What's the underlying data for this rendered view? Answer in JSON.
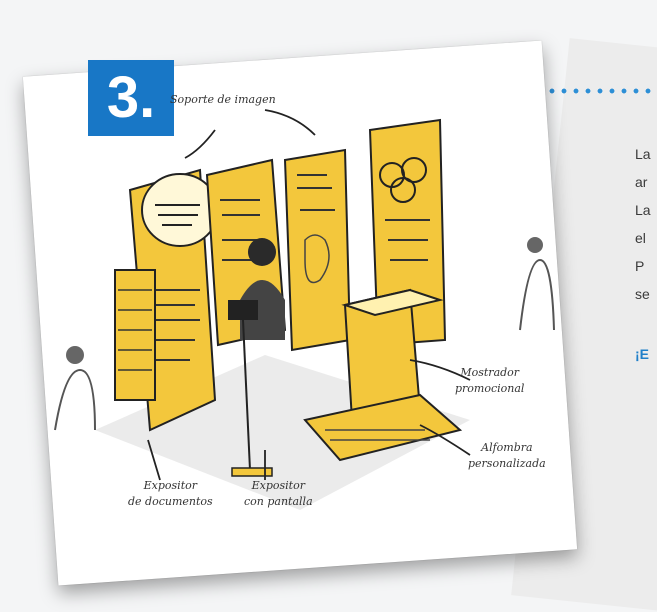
{
  "step_number": "3.",
  "labels": {
    "soporte": "Soporte de imagen",
    "mostrador_1": "Mostrador",
    "mostrador_2": "promocional",
    "alfombra_1": "Alfombra",
    "alfombra_2": "personalizada",
    "expositor_docs_1": "Expositor",
    "expositor_docs_2": "de documentos",
    "expositor_pant_1": "Expositor",
    "expositor_pant_2": "con pantalla"
  },
  "right_text": {
    "lines": [
      "La",
      "ar",
      "La",
      "el",
      "P",
      "se"
    ],
    "link": "¡E"
  },
  "colors": {
    "accent_blue": "#1877c6",
    "sketch_yellow": "#f3c73c"
  }
}
